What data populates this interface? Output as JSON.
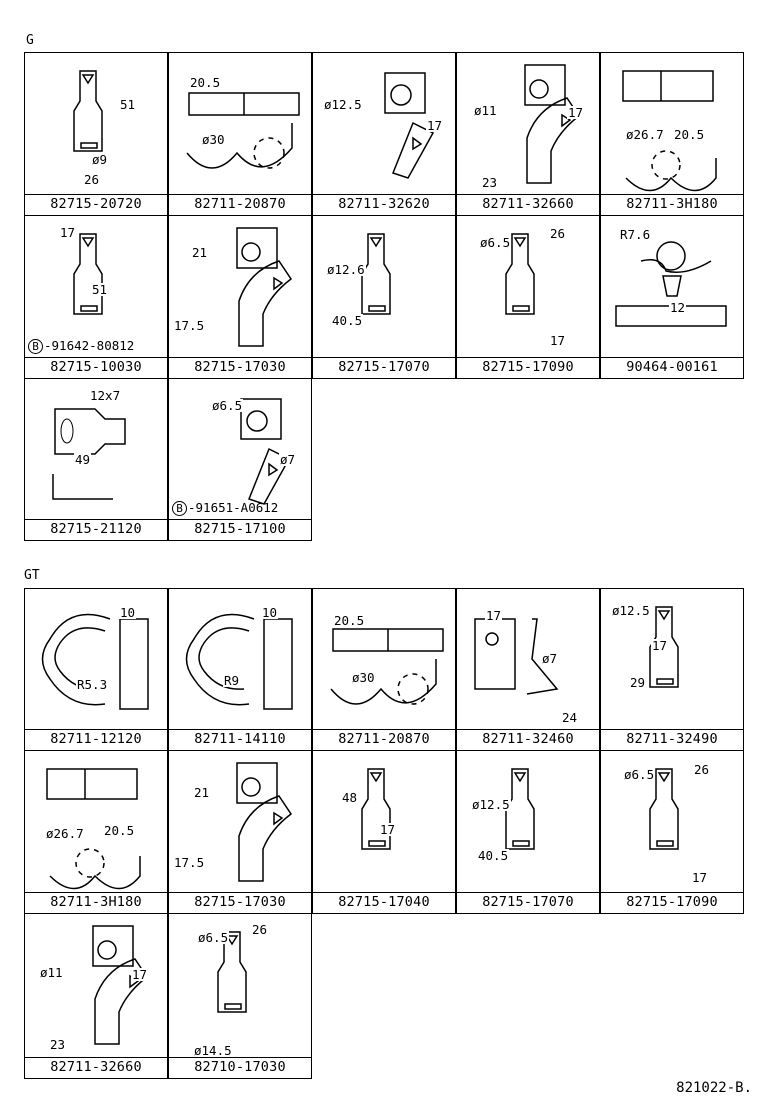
{
  "sections": [
    {
      "label": "G",
      "cells": [
        {
          "part": "82715-20720",
          "dims": [
            "51",
            "ø9",
            "26"
          ]
        },
        {
          "part": "82711-20870",
          "dims": [
            "20.5",
            "ø30"
          ]
        },
        {
          "part": "82711-32620",
          "dims": [
            "ø12.5",
            "17"
          ]
        },
        {
          "part": "82711-32660",
          "dims": [
            "ø11",
            "17",
            "23"
          ]
        },
        {
          "part": "82711-3H180",
          "dims": [
            "ø26.7",
            "20.5"
          ]
        },
        {
          "part": "82715-10030",
          "dims": [
            "17",
            "51"
          ],
          "sub": {
            "mark": "B",
            "part": "-91642-80812"
          }
        },
        {
          "part": "82715-17030",
          "dims": [
            "21",
            "17.5"
          ]
        },
        {
          "part": "82715-17070",
          "dims": [
            "ø12.6",
            "40.5"
          ]
        },
        {
          "part": "82715-17090",
          "dims": [
            "ø6.5",
            "26",
            "17"
          ]
        },
        {
          "part": "90464-00161",
          "dims": [
            "R7.6",
            "12"
          ]
        },
        {
          "part": "82715-21120",
          "dims": [
            "12x7",
            "49"
          ]
        },
        {
          "part": "82715-17100",
          "dims": [
            "ø6.5",
            "ø7"
          ],
          "sub": {
            "mark": "B",
            "part": "-91651-A0612"
          }
        }
      ]
    },
    {
      "label": "GT",
      "cells": [
        {
          "part": "82711-12120",
          "dims": [
            "10",
            "R5.3"
          ]
        },
        {
          "part": "82711-14110",
          "dims": [
            "10",
            "R9"
          ]
        },
        {
          "part": "82711-20870",
          "dims": [
            "20.5",
            "ø30"
          ]
        },
        {
          "part": "82711-32460",
          "dims": [
            "17",
            "ø7",
            "24"
          ]
        },
        {
          "part": "82711-32490",
          "dims": [
            "ø12.5",
            "17",
            "29"
          ]
        },
        {
          "part": "82711-3H180",
          "dims": [
            "ø26.7",
            "20.5"
          ]
        },
        {
          "part": "82715-17030",
          "dims": [
            "21",
            "17.5"
          ]
        },
        {
          "part": "82715-17040",
          "dims": [
            "48",
            "17"
          ]
        },
        {
          "part": "82715-17070",
          "dims": [
            "ø12.5",
            "40.5"
          ]
        },
        {
          "part": "82715-17090",
          "dims": [
            "ø6.5",
            "26",
            "17"
          ]
        },
        {
          "part": "82711-32660",
          "dims": [
            "ø11",
            "17",
            "23"
          ]
        },
        {
          "part": "82710-17030",
          "dims": [
            "ø6.5",
            "26",
            "ø14.5"
          ]
        }
      ]
    }
  ],
  "footer": "821022-B."
}
